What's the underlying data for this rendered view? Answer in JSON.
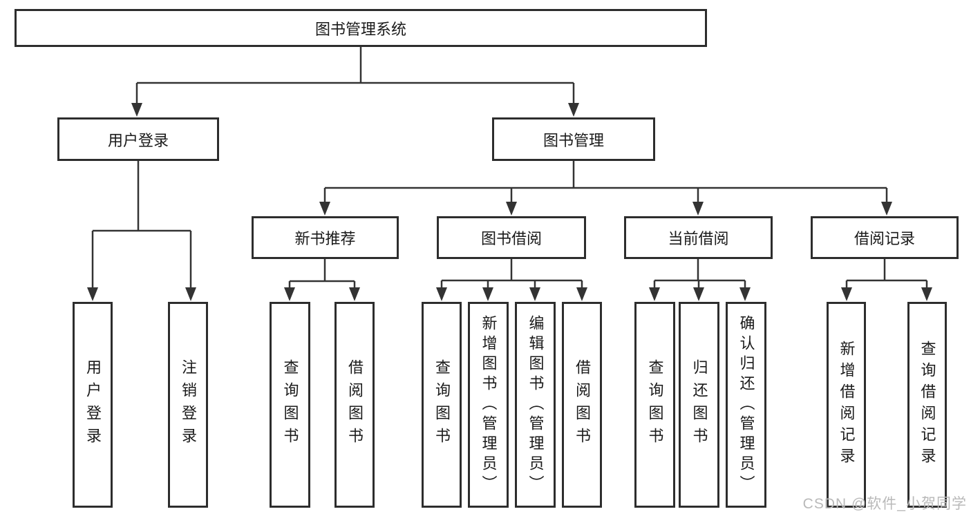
{
  "diagram": {
    "type": "hierarchy-tree",
    "title": "图书管理系统"
  },
  "tree": {
    "label": "图书管理系统",
    "children": [
      {
        "label": "用户登录",
        "children": [
          {
            "label": "用户登录"
          },
          {
            "label": "注销登录"
          }
        ]
      },
      {
        "label": "图书管理",
        "children": [
          {
            "label": "新书推荐",
            "children": [
              {
                "label": "查询图书"
              },
              {
                "label": "借阅图书"
              }
            ]
          },
          {
            "label": "图书借阅",
            "children": [
              {
                "label": "查询图书"
              },
              {
                "label": "新增图书（管理员）"
              },
              {
                "label": "编辑图书（管理员）"
              },
              {
                "label": "借阅图书"
              }
            ]
          },
          {
            "label": "当前借阅",
            "children": [
              {
                "label": "查询图书"
              },
              {
                "label": "归还图书"
              },
              {
                "label": "确认归还（管理员）"
              }
            ]
          },
          {
            "label": "借阅记录",
            "children": [
              {
                "label": "新增借阅记录"
              },
              {
                "label": "查询借阅记录"
              }
            ]
          }
        ]
      }
    ]
  },
  "watermark": {
    "text": "CSDN @软件_小贺同学"
  },
  "colors": {
    "background": "#ffffff",
    "box_border": "#2d2d2d",
    "line": "#333333",
    "text": "#1a1a1a",
    "watermark_text": "#b9b9b9"
  }
}
